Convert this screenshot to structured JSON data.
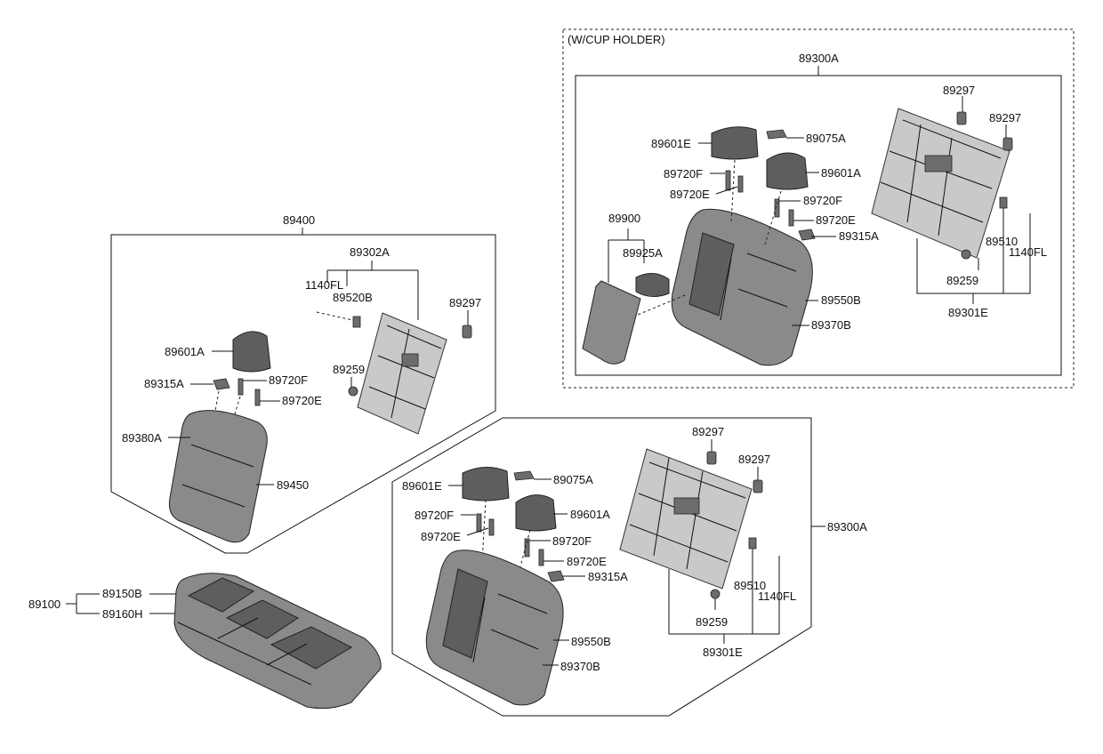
{
  "title_box": {
    "wcup_label": "(W/CUP HOLDER)"
  },
  "groups": {
    "rear_left": {
      "assembly": "89400",
      "labels": [
        "89302A",
        "1140FL",
        "89520B",
        "89297",
        "89259",
        "89601A",
        "89720F",
        "89315A",
        "89720E",
        "89380A",
        "89450"
      ]
    },
    "cushion": {
      "assembly": "89100",
      "labels": [
        "89150B",
        "89160H"
      ]
    },
    "wcup_right": {
      "assembly": "89300A",
      "labels": [
        "89297",
        "89297",
        "89601E",
        "89075A",
        "89720F",
        "89601A",
        "89720E",
        "89720F",
        "89900",
        "89720E",
        "89315A",
        "89925A",
        "89510",
        "1140FL",
        "89259",
        "89550B",
        "89370B",
        "89301E"
      ]
    },
    "rear_right": {
      "assembly": "89300A",
      "labels": [
        "89297",
        "89297",
        "89601E",
        "89075A",
        "89720F",
        "89601A",
        "89720E",
        "89720F",
        "89720E",
        "89315A",
        "89510",
        "1140FL",
        "89259",
        "89550B",
        "89370B",
        "89301E"
      ]
    }
  }
}
